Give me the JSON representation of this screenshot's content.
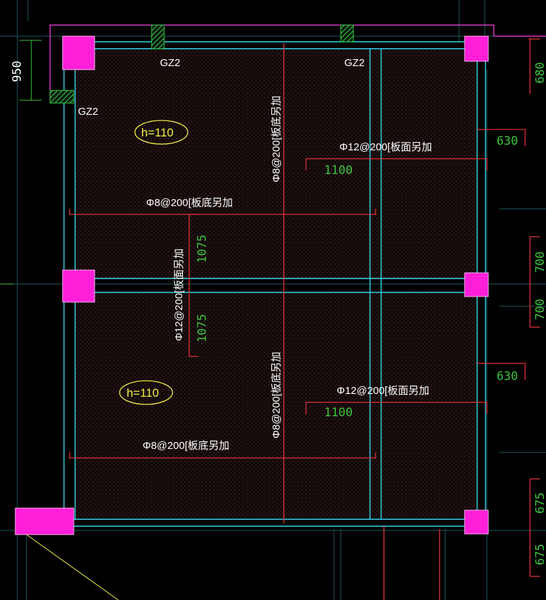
{
  "colors": {
    "background": "#000000",
    "beam_outline": "#37d7ee",
    "column": "#ff1fd9",
    "rebar": "#e4323a",
    "text": "#ffffff",
    "dimension_text": "#3cc43c",
    "slab_label": "#f5f04a",
    "axis_line": "#ff44ee",
    "gz_hatch": "#34d34a"
  },
  "labels": {
    "gz_top_1": "GZ2",
    "gz_top_2": "GZ2",
    "gz_left": "GZ2",
    "slab_top": "h=110",
    "slab_bottom": "h=110",
    "rebar_top_vertical": "Φ8@200[板底另加",
    "rebar_top_horizontal": "Φ8@200[板底另加",
    "rebar_top_right": "Φ12@200[板面另加",
    "rebar_mid_vertical": "Φ12@200[板面另加",
    "rebar_bottom_vertical": "Φ8@200[板底另加",
    "rebar_bottom_horizontal": "Φ8@200[板底另加",
    "rebar_bottom_right": "Φ12@200[板面另加"
  },
  "dimensions": {
    "left_950": "950",
    "right_680": "680",
    "right_630_top": "630",
    "right_1100_top": "1100",
    "mid_1075_top": "1075",
    "mid_1075_bottom": "1075",
    "right_700_top": "700",
    "right_700_bottom": "700",
    "right_630_bottom": "630",
    "right_1100_bottom": "1100",
    "right_675_top": "675",
    "right_675_bottom": "675"
  },
  "icons": {
    "column": "magenta-filled-square",
    "gz_column": "hatched-square",
    "slab_tag": "ellipse-outline"
  }
}
